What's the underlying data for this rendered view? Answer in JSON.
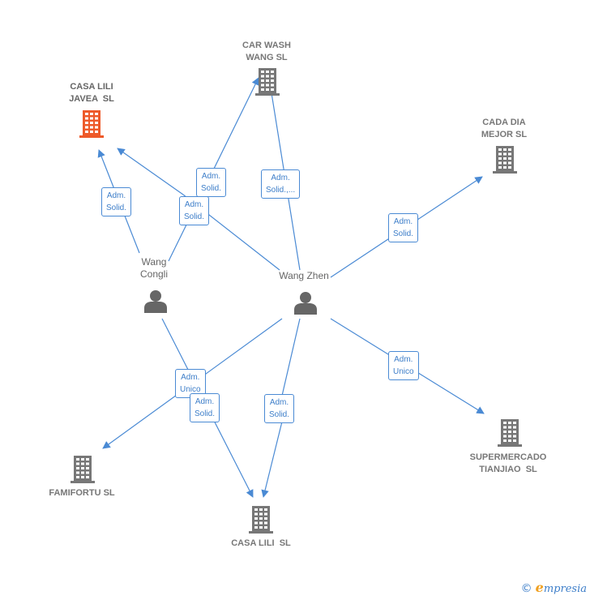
{
  "companies": [
    {
      "id": "casa-lili-javea",
      "label": "CASA LILI\nJAVEA  SL",
      "color": "#ee5a2a"
    },
    {
      "id": "car-wash-wang",
      "label": "CAR WASH\nWANG SL",
      "color": "#777777"
    },
    {
      "id": "cada-dia-mejor",
      "label": "CADA DIA\nMEJOR SL",
      "color": "#777777"
    },
    {
      "id": "supermercado-tianjiao",
      "label": "SUPERMERCADO\nTIANJIAO  SL",
      "color": "#777777"
    },
    {
      "id": "casa-lili",
      "label": "CASA LILI  SL",
      "color": "#777777"
    },
    {
      "id": "famifortu",
      "label": "FAMIFORTU SL",
      "color": "#777777"
    }
  ],
  "people": [
    {
      "id": "wang-congli",
      "label": "Wang\nCongli"
    },
    {
      "id": "wang-zhen",
      "label": "Wang Zhen"
    }
  ],
  "relations": [
    {
      "label": "Adm.\nSolid."
    },
    {
      "label": "Adm.\nSolid."
    },
    {
      "label": "Adm.\nSolid.,..."
    },
    {
      "label": "Adm.\nSolid."
    },
    {
      "label": "Adm.\nSolid."
    },
    {
      "label": "Adm.\nUnico"
    },
    {
      "label": "Adm.\nUnico"
    },
    {
      "label": "Adm.\nSolid."
    },
    {
      "label": "Adm.\nSolid."
    }
  ],
  "colors": {
    "edge": "#4a8ad4",
    "building": "#777777",
    "highlight": "#ee5a2a",
    "person": "#666666"
  },
  "footer": {
    "copyright": "©",
    "brand_initial": "e",
    "brand_rest": "mpresia"
  }
}
